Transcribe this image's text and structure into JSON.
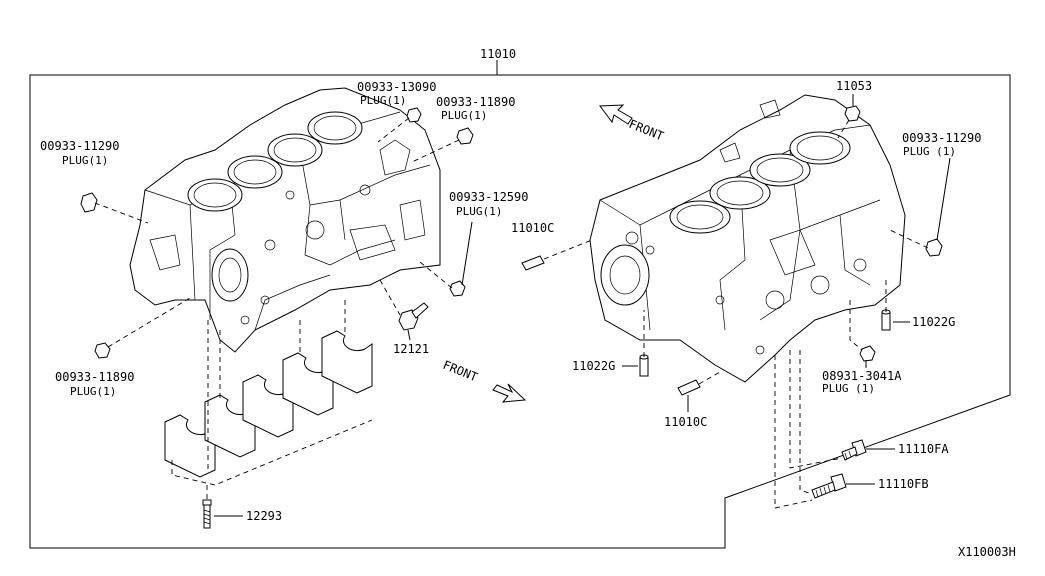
{
  "labels": {
    "main_part": "11010",
    "left_block": {
      "plug_upper_left_num": "00933-11290",
      "plug_upper_left_qty": "PLUG(1)",
      "plug_top_num": "00933-13090",
      "plug_top_qty": "PLUG(1)",
      "plug_top_right_num": "00933-11890",
      "plug_top_right_qty": "PLUG(1)",
      "plug_right_num": "00933-12590",
      "plug_right_qty": "PLUG(1)",
      "plug_lower_left_num": "00933-11890",
      "plug_lower_left_qty": "PLUG(1)",
      "sensor_num": "12121",
      "bolt_num": "12293",
      "front_label": "FRONT"
    },
    "right_block": {
      "top_part_num": "11053",
      "front_label": "FRONT",
      "plug_right_num": "00933-11290",
      "plug_right_qty": "PLUG (1)",
      "dowel_upper_num": "11010C",
      "dowel_right_num": "11022G",
      "dowel_lower_left_num": "11022G",
      "dowel_lower_num": "11010C",
      "plug_bottom_num": "08931-3041A",
      "plug_bottom_qty": "PLUG (1)",
      "bolt_fa_num": "11110FA",
      "bolt_fb_num": "11110FB"
    },
    "diagram_code": "X110003H"
  }
}
